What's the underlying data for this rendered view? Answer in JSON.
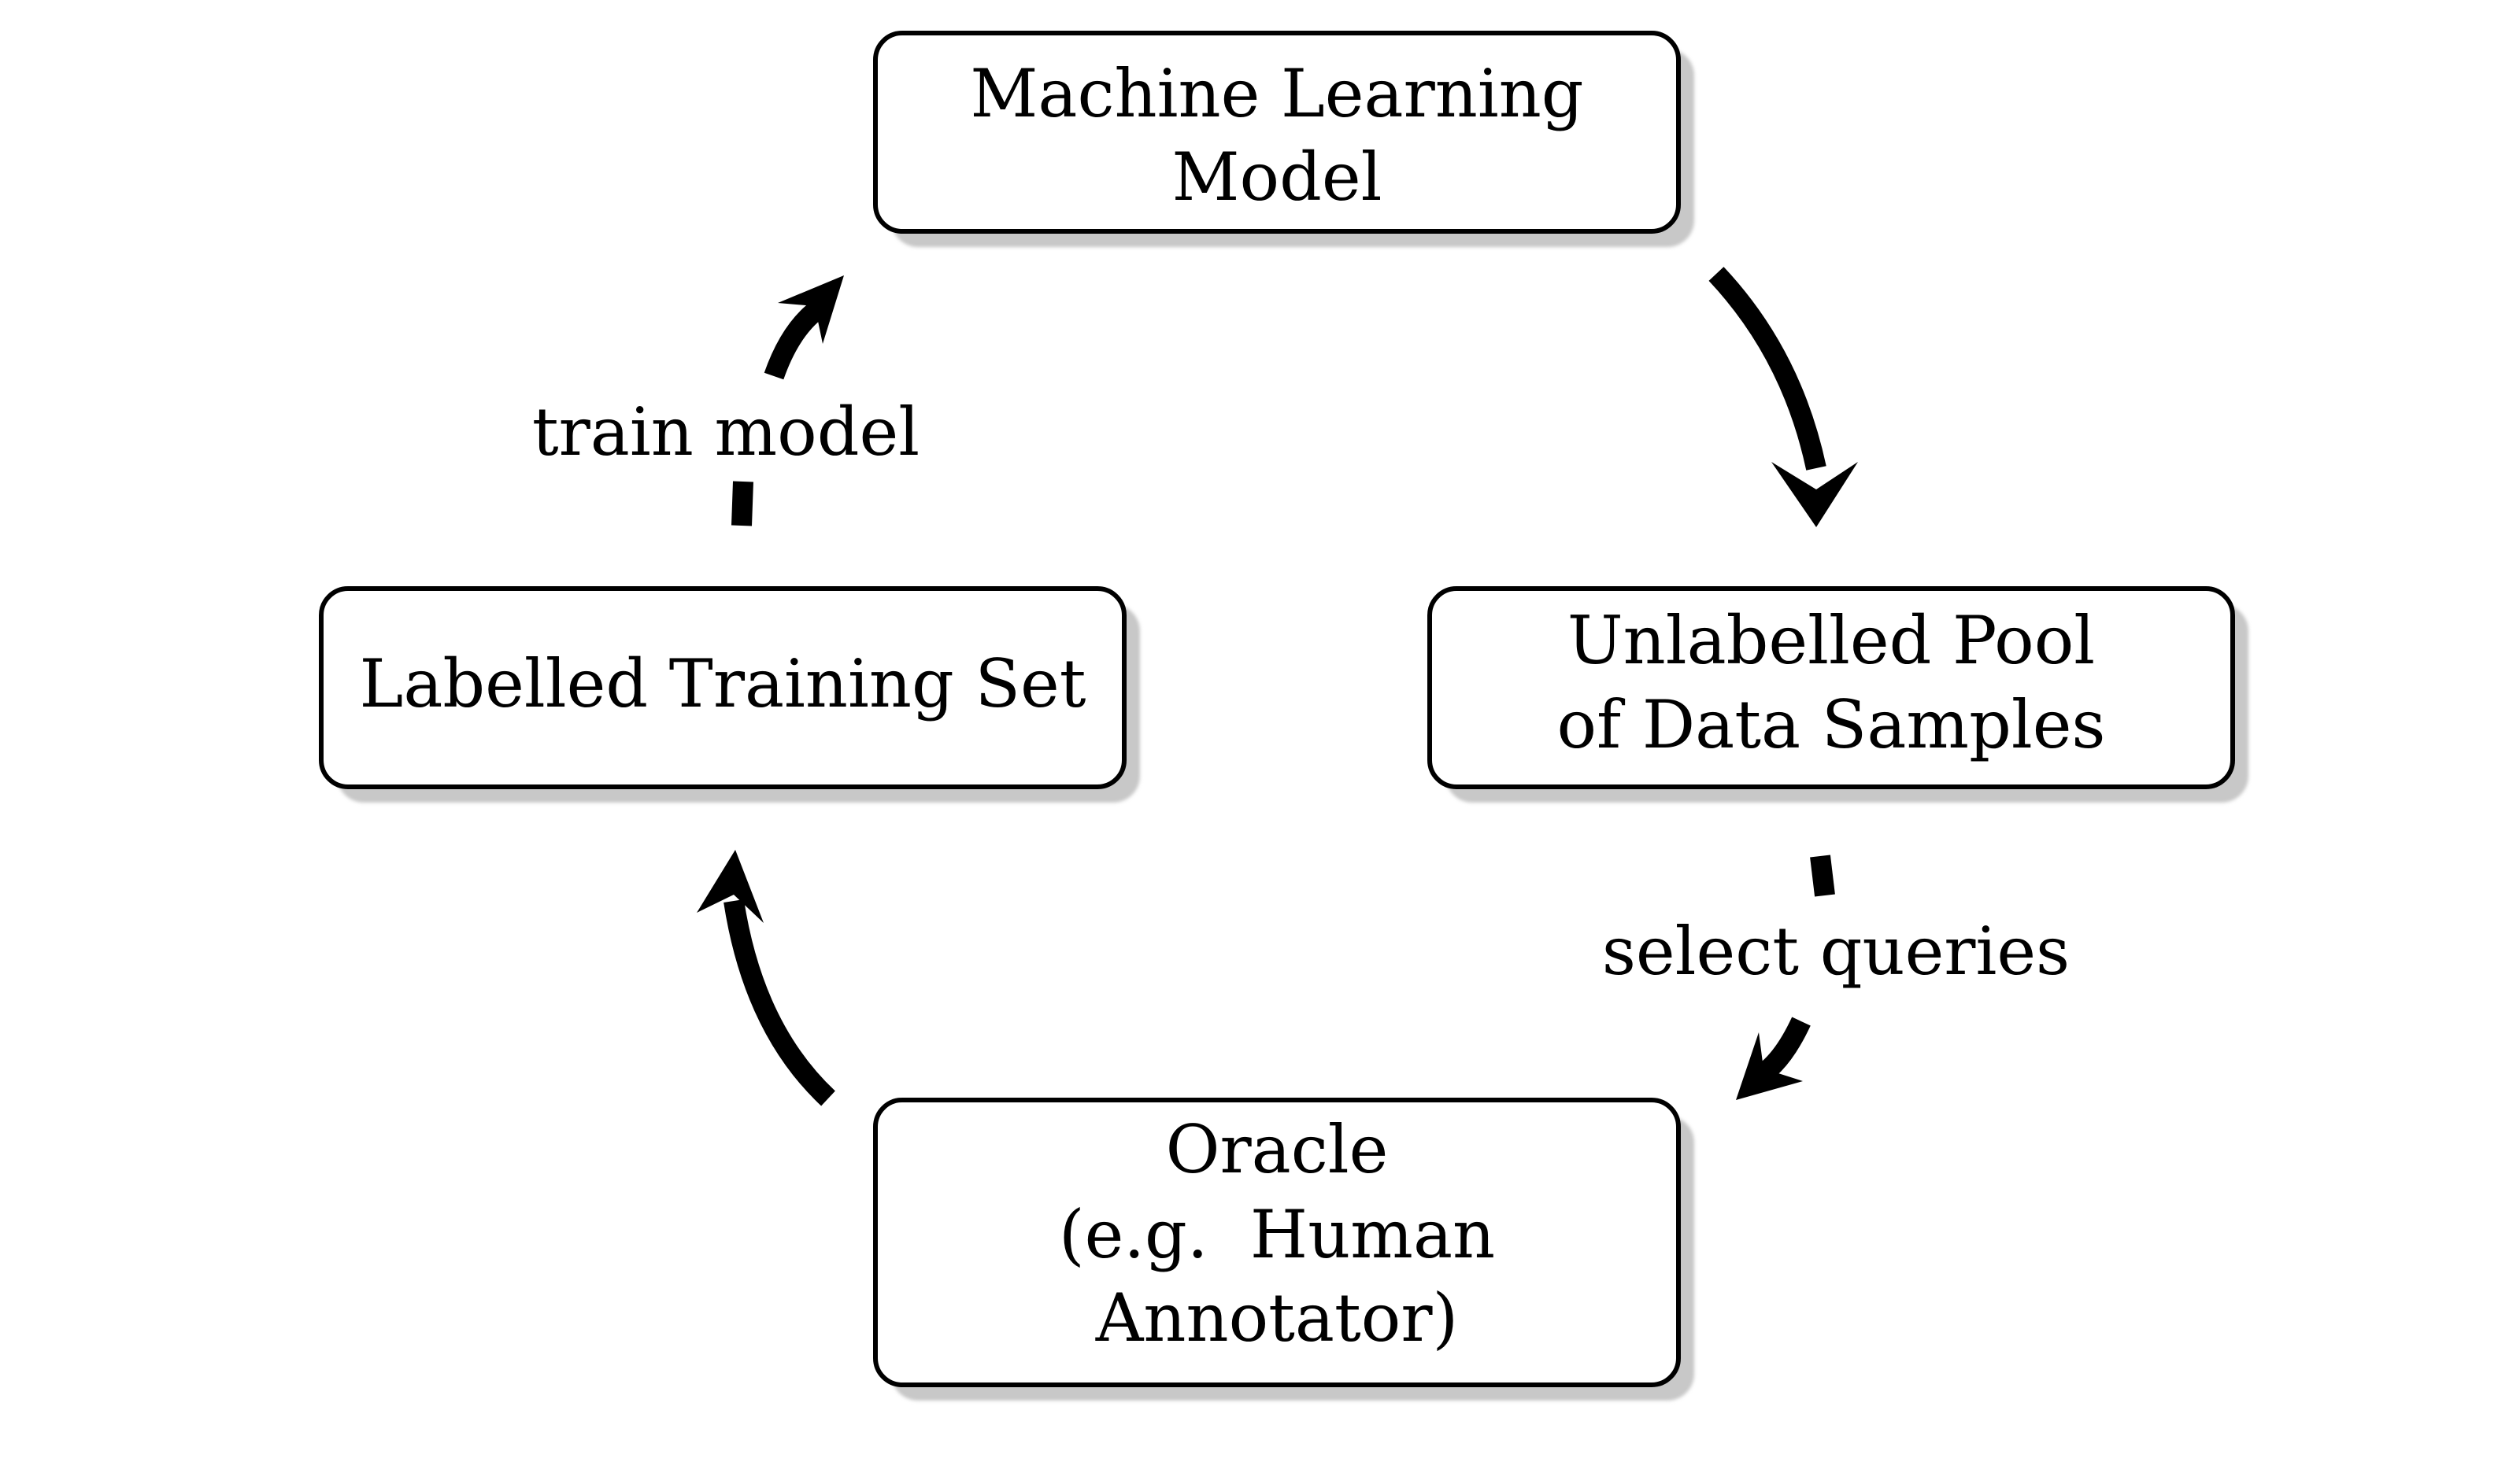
{
  "diagram": {
    "nodes": {
      "model": {
        "lines": [
          "Machine Learning",
          "Model"
        ]
      },
      "pool": {
        "lines": [
          "Unlabelled Pool",
          "of Data Samples"
        ]
      },
      "oracle": {
        "lines": [
          "Oracle",
          "(e.g.  Human",
          "Annotator)"
        ]
      },
      "training_set": {
        "lines": [
          "Labelled Training Set"
        ]
      }
    },
    "edges": {
      "train_label": "train model",
      "select_label": "select queries"
    }
  }
}
